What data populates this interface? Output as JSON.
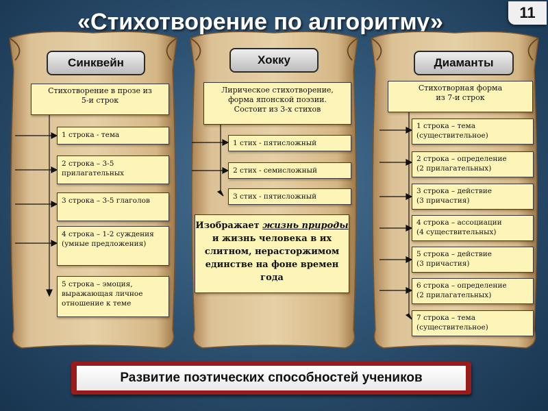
{
  "title": "«Стихотворение по алгоритму»",
  "slide_number": "11",
  "columns": [
    {
      "heading": "Синквейн",
      "intro": [
        "Стихотворение в прозе из",
        "5-и строк"
      ],
      "items": [
        "1 строка - тема",
        "2 строка – 3-5 прилагательных",
        "3 строка – 3-5 глаголов",
        "4 строка – 1-2 суждения (умные предложения)",
        "5 строка – эмоция, выражающая личное отношение к теме"
      ]
    },
    {
      "heading": "Хокку",
      "intro": [
        "Лирическое стихотворение,",
        "форма японской поэзии.",
        "Состоит из 3-х стихов"
      ],
      "items": [
        "1 стих - пятисложный",
        "2 стих - семисложный",
        "3 стих - пятисложный"
      ],
      "description": {
        "part1": "Изображает",
        "emph": "жизнь природы",
        "part2": "и жизнь человека в их слитном, нерасторжимом единстве на фоне времен года"
      }
    },
    {
      "heading": "Диаманты",
      "intro": [
        "Стихотворная форма",
        "из 7-и строк"
      ],
      "items": [
        [
          "1 строка – тема",
          "(существительное)"
        ],
        [
          "2 строка – определение",
          "(2 прилагательных)"
        ],
        [
          "3 строка – действие",
          "(3 причастия)"
        ],
        [
          "4 строка – ассоциации",
          "(4 существительных)"
        ],
        [
          "5 строка – действие",
          "(3 причастия)"
        ],
        [
          "6 строка – определение",
          "(2 прилагательных)"
        ],
        [
          "7 строка – тема",
          "(существительное)"
        ]
      ]
    }
  ],
  "footer": "Развитие поэтических способностей учеников",
  "colors": {
    "background": "#2f5474",
    "parchment": "#d8b788",
    "box_fill": "#fdf4b8",
    "footer_border": "#9b1a1a"
  }
}
